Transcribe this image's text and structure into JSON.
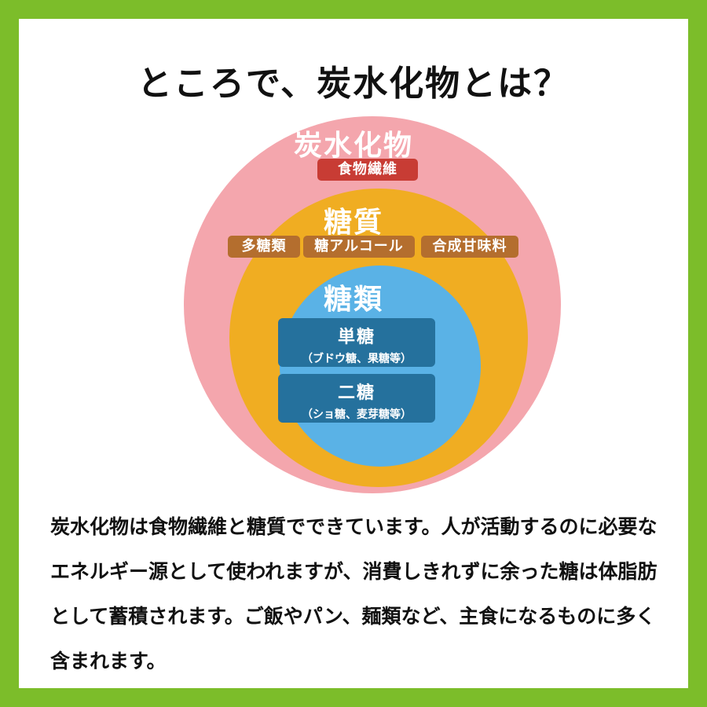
{
  "title": "ところで、炭水化物とは？",
  "colors": {
    "frame": "#7cbd2a",
    "outer": "#f4a6ad",
    "mid": "#f0ad22",
    "inner": "#5ab2e6",
    "fiber": "#c83c34",
    "brown": "#b46e2e",
    "box": "#25719d"
  },
  "diagram": {
    "outer": {
      "label": "炭水化物",
      "tag": "食物繊維"
    },
    "middle": {
      "label": "糖質",
      "tags": [
        "多糖類",
        "糖アルコール",
        "合成甘味料"
      ]
    },
    "inner": {
      "label": "糖類",
      "boxes": [
        {
          "name": "単糖",
          "sub": "（ブドウ糖、果糖等）"
        },
        {
          "name": "二糖",
          "sub": "（ショ糖、麦芽糖等）"
        }
      ]
    }
  },
  "description": "炭水化物は食物繊維と糖質でできています。人が活動するのに必要なエネルギー源として使われますが、消費しきれずに余った糖は体脂肪として蓄積されます。ご飯やパン、麺類など、主食になるものに多く含まれます。"
}
